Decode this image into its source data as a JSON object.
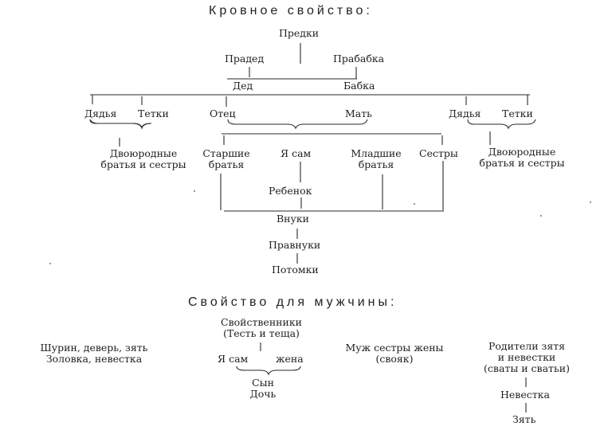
{
  "sections": {
    "blood": {
      "title": "Кровное свойство:",
      "nodes": {
        "ancestors": "Предки",
        "great_grandfather": "Прадед",
        "great_grandmother": "Прабабка",
        "grandfather": "Дед",
        "grandmother": "Бабка",
        "uncles_left": "Дядья",
        "aunts_left": "Тетки",
        "father": "Отец",
        "mother": "Мать",
        "uncles_right": "Дядья",
        "aunts_right": "Тетки",
        "cousins_left": [
          "Двоюродные",
          "братья и сестры"
        ],
        "elder_brothers": [
          "Старшие",
          "братья"
        ],
        "myself": "Я сам",
        "younger_brothers": [
          "Младшие",
          "братья"
        ],
        "sisters": "Сестры",
        "cousins_right": [
          "Двоюродные",
          "братья и сестры"
        ],
        "child": "Ребенок",
        "grandchildren": "Внуки",
        "great_grandchildren": "Правнуки",
        "descendants": "Потомки"
      }
    },
    "affinity": {
      "title": "Свойство для мужчины:",
      "nodes": {
        "in_laws": [
          "Свойственники",
          "(Тесть и теща)"
        ],
        "myself": "Я сам",
        "wife": "жена",
        "children": [
          "Сын",
          "Дочь"
        ],
        "siblings_in_law": [
          "Шурин, деверь, зять",
          "Золовка, невестка"
        ],
        "wifes_sisters_husband": [
          "Муж сестры жены",
          "(свояк)"
        ],
        "co_parents_in_law": [
          "Родители зятя",
          "и невестки",
          "(сваты и сватьи)"
        ],
        "daughter_in_law": "Невестка",
        "son_in_law": "Зять"
      }
    }
  }
}
